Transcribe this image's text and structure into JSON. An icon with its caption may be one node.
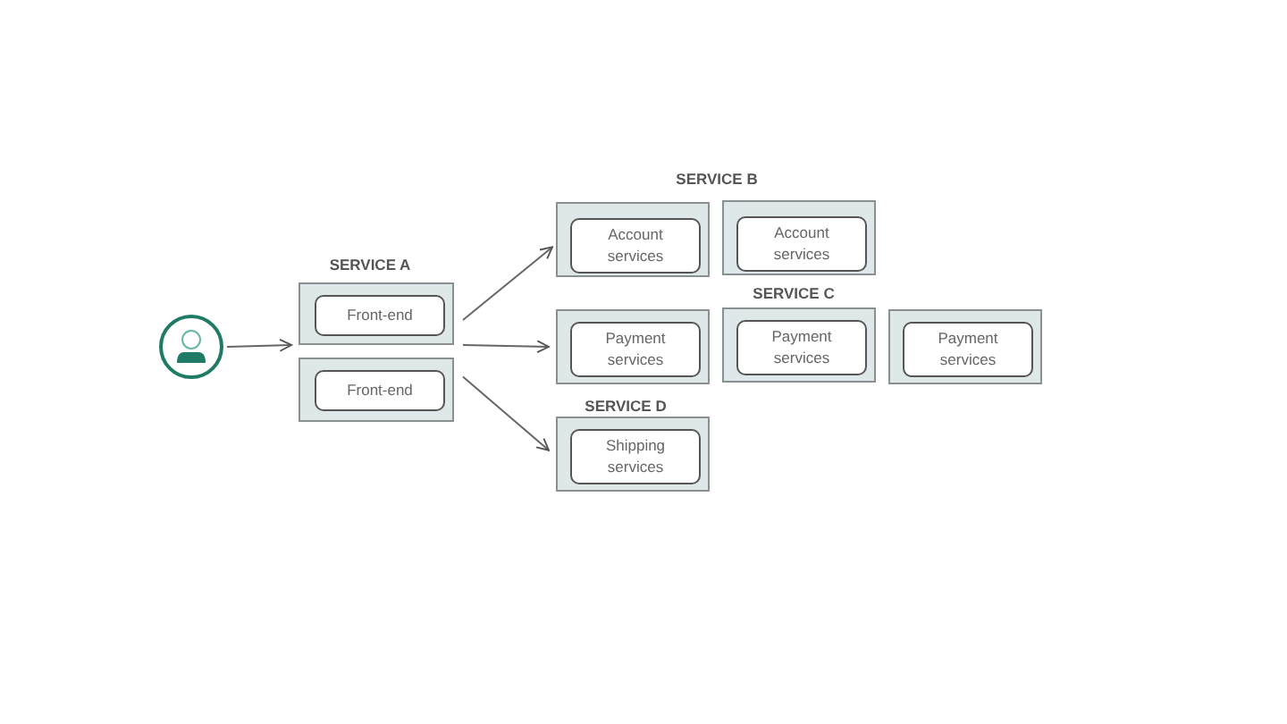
{
  "diagram": {
    "nodes": [
      {
        "text": [],
        "shape": "person"
      },
      {
        "text": [],
        "shape": "box"
      },
      {
        "text": [
          "Front-end"
        ],
        "in": 1
      },
      {
        "text": [],
        "shape": "box"
      },
      {
        "text": [
          "Front-end"
        ],
        "in": 3
      },
      {
        "text": [],
        "shape": "box"
      },
      {
        "text": [
          "Account services"
        ],
        "in": 5
      },
      {
        "text": [],
        "shape": "box"
      },
      {
        "text": [
          "Account services"
        ],
        "in": 7
      },
      {
        "text": [],
        "shape": "box"
      },
      {
        "text": [
          "Payment services"
        ],
        "in": 9
      },
      {
        "text": [],
        "shape": "box"
      },
      {
        "text": [
          "Payment services"
        ],
        "in": 11
      },
      {
        "text": [],
        "shape": "box"
      },
      {
        "text": [
          "Payment services"
        ],
        "in": 13
      },
      {
        "text": [],
        "shape": "box"
      },
      {
        "text": [
          "Shipping services"
        ],
        "in": 15
      }
    ],
    "edges": [
      {
        "from": 0,
        "to": 1,
        "arrow": "to"
      },
      {
        "from": 1,
        "to": 5,
        "arrow": "to"
      },
      {
        "from": 1,
        "to": 9,
        "arrow": "to"
      },
      {
        "from": 3,
        "to": 15,
        "arrow": "to"
      }
    ],
    "labels": [
      "SERVICE B",
      "SERVICE A",
      "SERVICE C",
      "SERVICE D"
    ]
  }
}
